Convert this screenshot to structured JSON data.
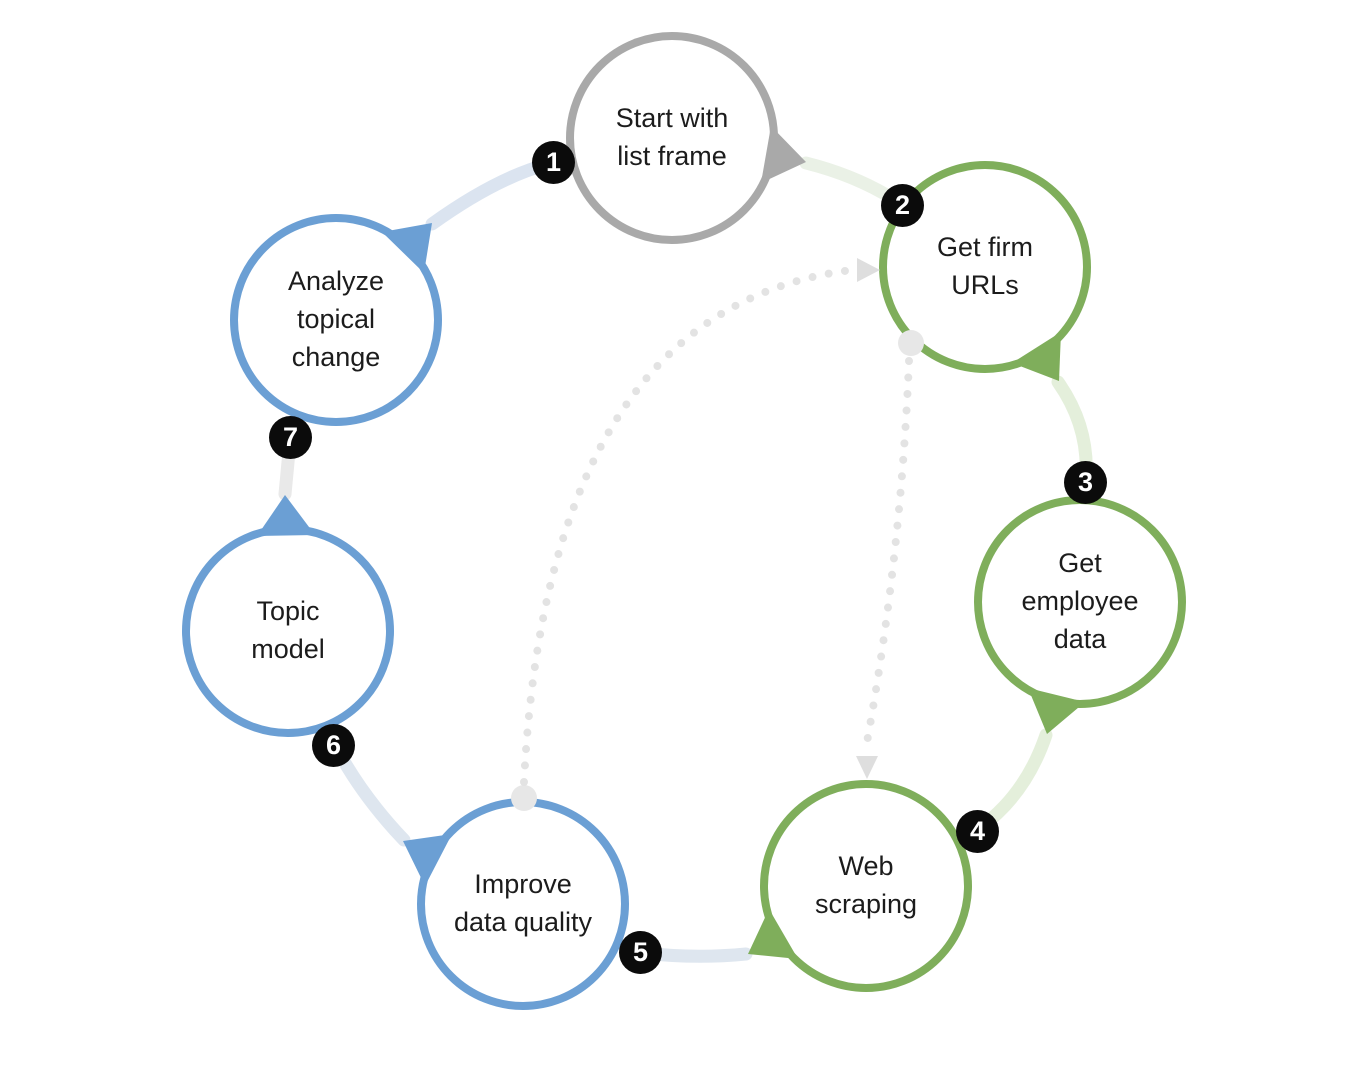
{
  "diagram": {
    "type": "cycle",
    "steps": [
      {
        "number": "1",
        "label": [
          "Start with",
          "list frame"
        ],
        "color": "gray"
      },
      {
        "number": "2",
        "label": [
          "Get firm",
          "URLs"
        ],
        "color": "green"
      },
      {
        "number": "3",
        "label": [
          "Get",
          "employee",
          "data"
        ],
        "color": "green"
      },
      {
        "number": "4",
        "label": [
          "Web",
          "scraping"
        ],
        "color": "green"
      },
      {
        "number": "5",
        "label": [
          "Improve",
          "data quality"
        ],
        "color": "blue"
      },
      {
        "number": "6",
        "label": [
          "Topic",
          "model"
        ],
        "color": "blue"
      },
      {
        "number": "7",
        "label": [
          "Analyze",
          "topical",
          "change"
        ],
        "color": "blue"
      }
    ],
    "feedback_arrows": [
      {
        "from": "Improve data quality",
        "to": "Get firm URLs",
        "style": "dotted"
      },
      {
        "from": "Get firm URLs",
        "to": "Web scraping",
        "style": "dotted"
      }
    ],
    "colors": {
      "gray_node": "#A9A9A9",
      "green_node": "#7FAE5B",
      "blue_node": "#6B9FD4",
      "badge_bg": "#0B0B0B",
      "badge_text": "#FFFFFF",
      "label_text": "#1C1C1C",
      "connector_pale_blue": "#DEE6EF",
      "connector_pale_green": "#E4EFDB",
      "connector_very_pale_green": "#EAF1E6",
      "connector_pale_gray": "#E9E9E9",
      "dotted_line": "#E3E3E3",
      "background": "#FFFFFF"
    }
  }
}
